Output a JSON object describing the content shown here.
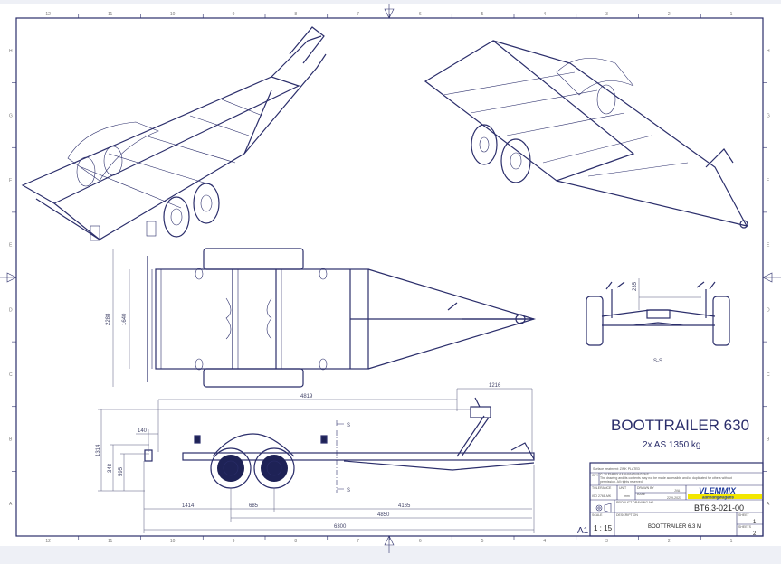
{
  "border": {
    "columns": [
      "12",
      "11",
      "10",
      "9",
      "8",
      "7",
      "6",
      "5",
      "4",
      "3",
      "2",
      "1"
    ],
    "rows": [
      "H",
      "G",
      "F",
      "E",
      "D",
      "C",
      "B",
      "A"
    ]
  },
  "title": {
    "main": "BOOTTRAILER 630",
    "sub": "2x AS 1350 kg"
  },
  "top_view": {
    "dims": {
      "overall_width": "2288",
      "frame_width": "1640"
    }
  },
  "section_view": {
    "label": "S-S",
    "dims": {
      "height": "235"
    },
    "section_marker": "S"
  },
  "side_view": {
    "dims": {
      "d4819": "4819",
      "d1216": "1216",
      "d1314": "1314",
      "d348": "348",
      "d595": "595",
      "d140": "140",
      "d1414": "1414",
      "d685": "685",
      "d4165": "4165",
      "d4850": "4850",
      "d6300": "6300"
    }
  },
  "title_block": {
    "surface_treatment": "Surface treatment:  ZINK PLATED",
    "copyright": "©  VLEMMIX AANHANGWAGENS\nThe drawing and its contents may not be made accessible and/or duplicated for others without permission. All rights reserved.",
    "cpy_label": "CPY",
    "tolerance_label": "TOLERANCE",
    "tolerance_value": "ISO 2768-MK",
    "unit_label": "UNIT",
    "unit_value": "mm",
    "drawn_by_label": "DRAWN BY",
    "drawn_by_value": "JVA",
    "date_label": "DATE",
    "date_value": "22-9-2021",
    "brand": "VLEMMIX",
    "brand_sub": "aanhangwagens",
    "brand_color": "#1f3a9a",
    "brand_sub_bg": "#f2e600",
    "product_label": "PRODUCT DRAWING NO.",
    "product_no": "BT6.3-021-00",
    "scale_label": "SCALE",
    "scale": "1 : 15",
    "description_label": "DESCRIPTION",
    "description": "BOOTTRAILER 6.3 M",
    "sheet_label": "SHEET",
    "sheet": "1",
    "sheets_label": "SHEETS",
    "sheets": "2",
    "paper_size": "A1"
  }
}
